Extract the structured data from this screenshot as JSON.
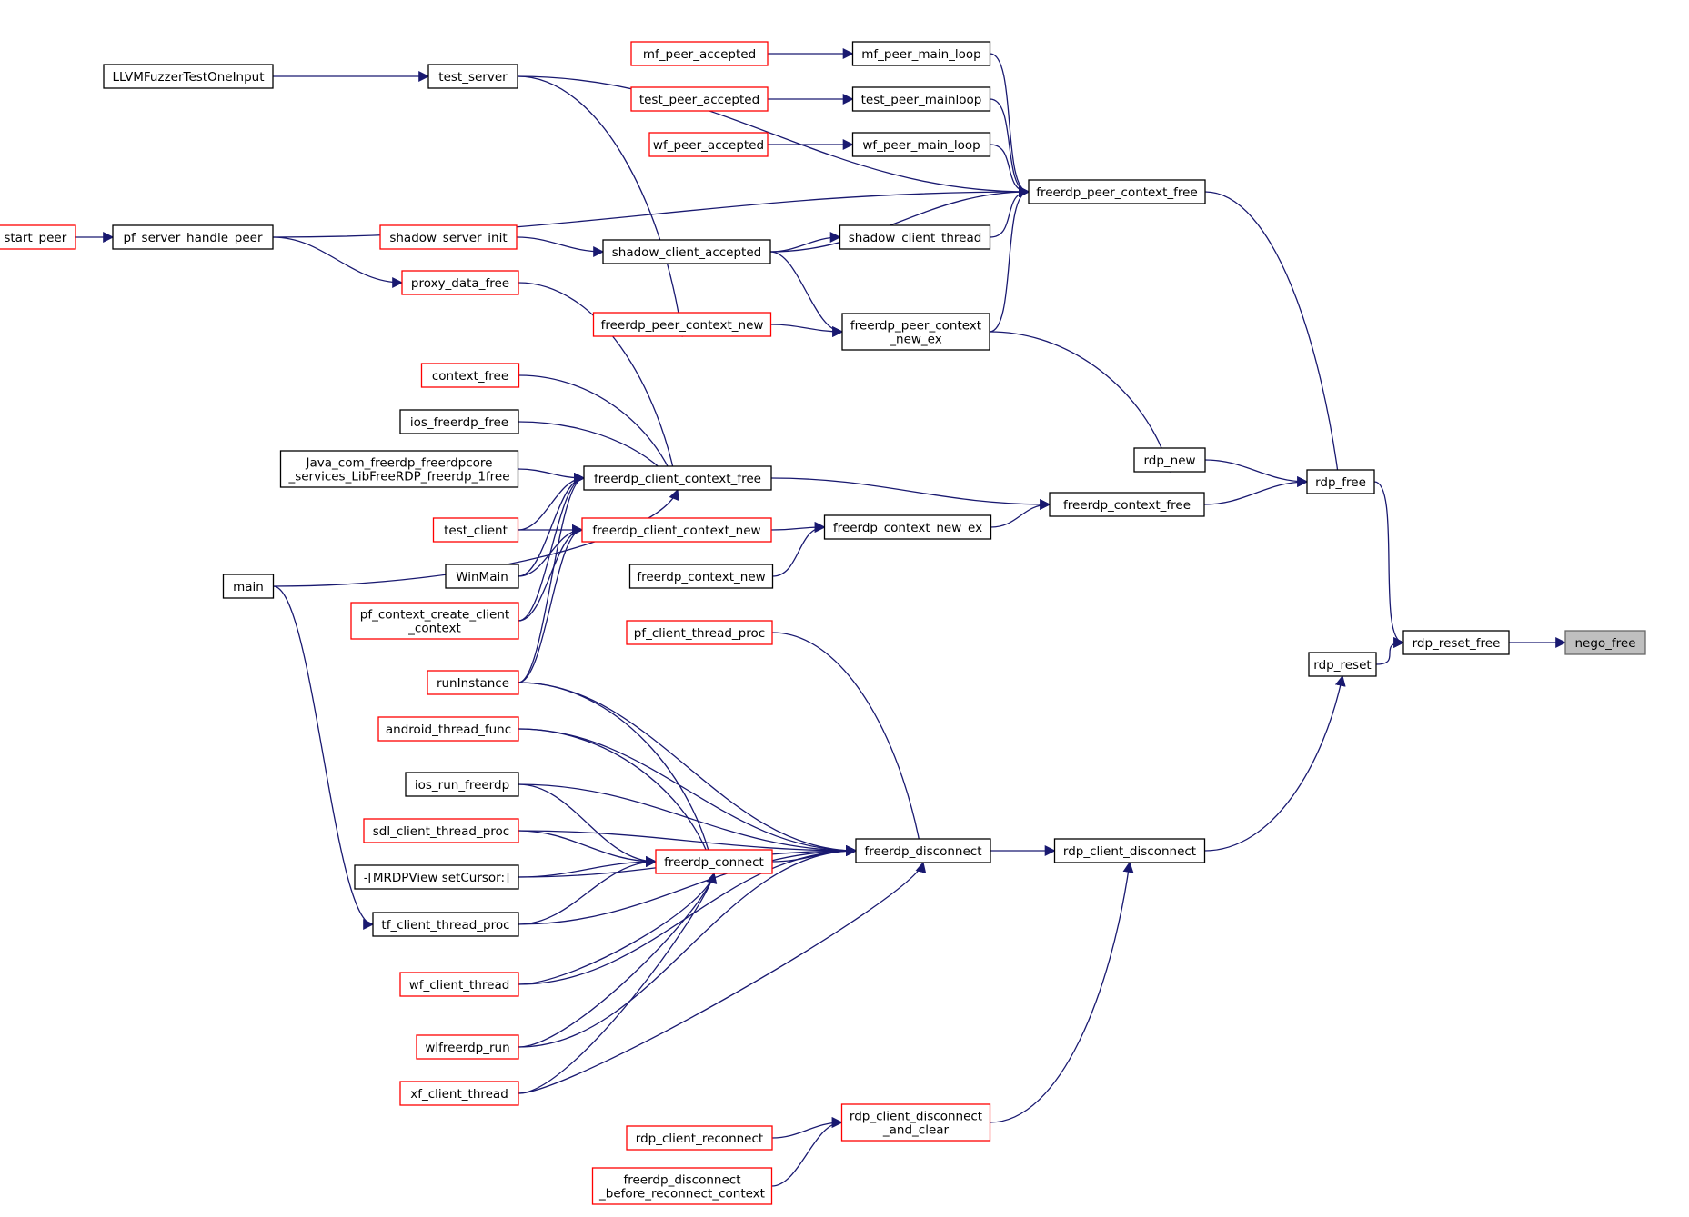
{
  "colors": {
    "edge": "#191970",
    "link_border": "#000000",
    "no_doc_border": "#ff0000",
    "current_fill": "#bfbfbf"
  },
  "nodes": {
    "nego_free": {
      "lines": [
        "nego_free"
      ],
      "style": "current"
    },
    "rdp_reset_free": {
      "lines": [
        "rdp_reset_free"
      ],
      "style": "black"
    },
    "rdp_free": {
      "lines": [
        "rdp_free"
      ],
      "style": "black"
    },
    "rdp_reset": {
      "lines": [
        "rdp_reset"
      ],
      "style": "black"
    },
    "freerdp_peer_context_free": {
      "lines": [
        "freerdp_peer_context_free"
      ],
      "style": "black"
    },
    "rdp_new": {
      "lines": [
        "rdp_new"
      ],
      "style": "black"
    },
    "freerdp_context_free": {
      "lines": [
        "freerdp_context_free"
      ],
      "style": "black"
    },
    "rdp_client_disconnect": {
      "lines": [
        "rdp_client_disconnect"
      ],
      "style": "black"
    },
    "test_server": {
      "lines": [
        "test_server"
      ],
      "style": "black"
    },
    "mf_peer_main_loop": {
      "lines": [
        "mf_peer_main_loop"
      ],
      "style": "black"
    },
    "test_peer_mainloop": {
      "lines": [
        "test_peer_mainloop"
      ],
      "style": "black"
    },
    "wf_peer_main_loop": {
      "lines": [
        "wf_peer_main_loop"
      ],
      "style": "black"
    },
    "pf_server_handle_peer": {
      "lines": [
        "pf_server_handle_peer"
      ],
      "style": "black"
    },
    "shadow_client_thread": {
      "lines": [
        "shadow_client_thread"
      ],
      "style": "black"
    },
    "shadow_client_accepted": {
      "lines": [
        "shadow_client_accepted"
      ],
      "style": "black"
    },
    "freerdp_peer_context_new_ex": {
      "lines": [
        "freerdp_peer_context",
        "_new_ex"
      ],
      "style": "black"
    },
    "freerdp_client_context_free": {
      "lines": [
        "freerdp_client_context_free"
      ],
      "style": "black"
    },
    "freerdp_context_new_ex": {
      "lines": [
        "freerdp_context_new_ex"
      ],
      "style": "black"
    },
    "freerdp_disconnect": {
      "lines": [
        "freerdp_disconnect"
      ],
      "style": "black"
    },
    "rdp_client_disconnect_and_clear": {
      "lines": [
        "rdp_client_disconnect",
        "_and_clear"
      ],
      "style": "red"
    },
    "LLVMFuzzerTestOneInput": {
      "lines": [
        "LLVMFuzzerTestOneInput"
      ],
      "style": "black"
    },
    "mf_peer_accepted": {
      "lines": [
        "mf_peer_accepted"
      ],
      "style": "red"
    },
    "test_peer_accepted": {
      "lines": [
        "test_peer_accepted"
      ],
      "style": "red"
    },
    "wf_peer_accepted": {
      "lines": [
        "wf_peer_accepted"
      ],
      "style": "red"
    },
    "pf_server_start_peer": {
      "lines": [
        "pf_server_start_peer"
      ],
      "style": "red"
    },
    "shadow_server_init": {
      "lines": [
        "shadow_server_init"
      ],
      "style": "red"
    },
    "proxy_data_free": {
      "lines": [
        "proxy_data_free"
      ],
      "style": "red"
    },
    "freerdp_peer_context_new": {
      "lines": [
        "freerdp_peer_context_new"
      ],
      "style": "red"
    },
    "context_free": {
      "lines": [
        "context_free"
      ],
      "style": "red"
    },
    "ios_freerdp_free": {
      "lines": [
        "ios_freerdp_free"
      ],
      "style": "black"
    },
    "java_free": {
      "lines": [
        "Java_com_freerdp_freerdpcore",
        "_services_LibFreeRDP_freerdp_1free"
      ],
      "style": "black"
    },
    "test_client": {
      "lines": [
        "test_client"
      ],
      "style": "red"
    },
    "freerdp_client_context_new": {
      "lines": [
        "freerdp_client_context_new"
      ],
      "style": "red"
    },
    "WinMain": {
      "lines": [
        "WinMain"
      ],
      "style": "black"
    },
    "freerdp_context_new": {
      "lines": [
        "freerdp_context_new"
      ],
      "style": "black"
    },
    "main": {
      "lines": [
        "main"
      ],
      "style": "black"
    },
    "pf_context_create_client_context": {
      "lines": [
        "pf_context_create_client",
        "_context"
      ],
      "style": "red"
    },
    "pf_client_thread_proc": {
      "lines": [
        "pf_client_thread_proc"
      ],
      "style": "red"
    },
    "runInstance": {
      "lines": [
        "runInstance"
      ],
      "style": "red"
    },
    "android_thread_func": {
      "lines": [
        "android_thread_func"
      ],
      "style": "red"
    },
    "ios_run_freerdp": {
      "lines": [
        "ios_run_freerdp"
      ],
      "style": "black"
    },
    "sdl_client_thread_proc": {
      "lines": [
        "sdl_client_thread_proc"
      ],
      "style": "red"
    },
    "freerdp_connect": {
      "lines": [
        "freerdp_connect"
      ],
      "style": "red"
    },
    "mrdpview_setcursor": {
      "lines": [
        "-[MRDPView setCursor:]"
      ],
      "style": "black"
    },
    "tf_client_thread_proc": {
      "lines": [
        "tf_client_thread_proc"
      ],
      "style": "black"
    },
    "wf_client_thread": {
      "lines": [
        "wf_client_thread"
      ],
      "style": "red"
    },
    "wlfreerdp_run": {
      "lines": [
        "wlfreerdp_run"
      ],
      "style": "red"
    },
    "xf_client_thread": {
      "lines": [
        "xf_client_thread"
      ],
      "style": "red"
    },
    "rdp_client_reconnect": {
      "lines": [
        "rdp_client_reconnect"
      ],
      "style": "red"
    },
    "freerdp_disconnect_before_reconnect_context": {
      "lines": [
        "freerdp_disconnect",
        "_before_reconnect_context"
      ],
      "style": "red"
    }
  }
}
